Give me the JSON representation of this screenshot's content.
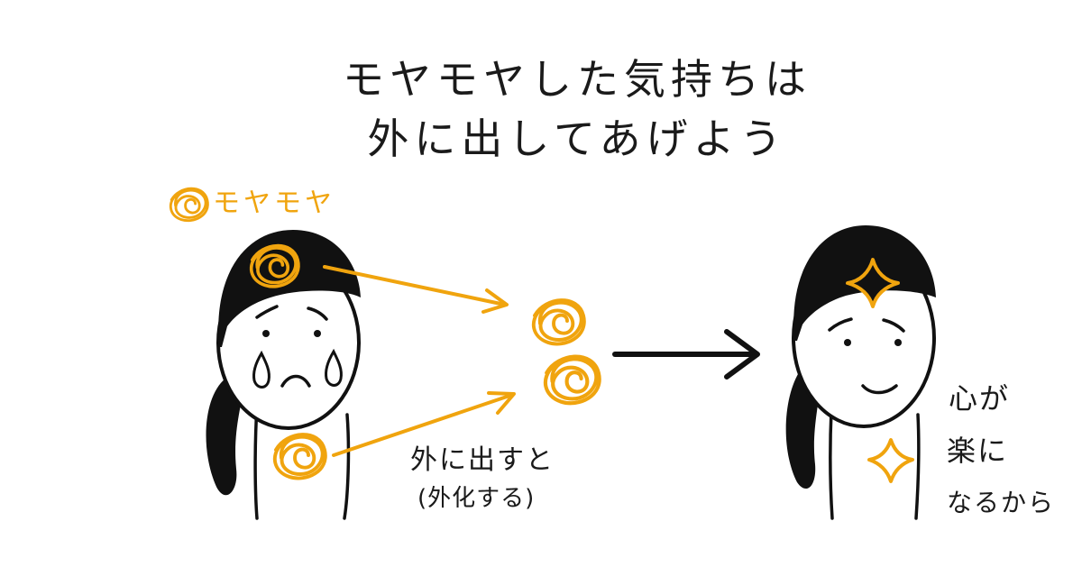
{
  "title": {
    "line1": "モヤモヤした気持ちは",
    "line2": "外に出してあげよう"
  },
  "labels": {
    "moyamoya": "モヤモヤ",
    "externalize_line1": "外に出すと",
    "externalize_line2": "(外化する)",
    "result_line1": "心が",
    "result_line2": "楽に",
    "result_line3": "なるから"
  },
  "colors": {
    "accent": "#f0a40e",
    "ink": "#1a1a1a",
    "background": "#ffffff"
  }
}
